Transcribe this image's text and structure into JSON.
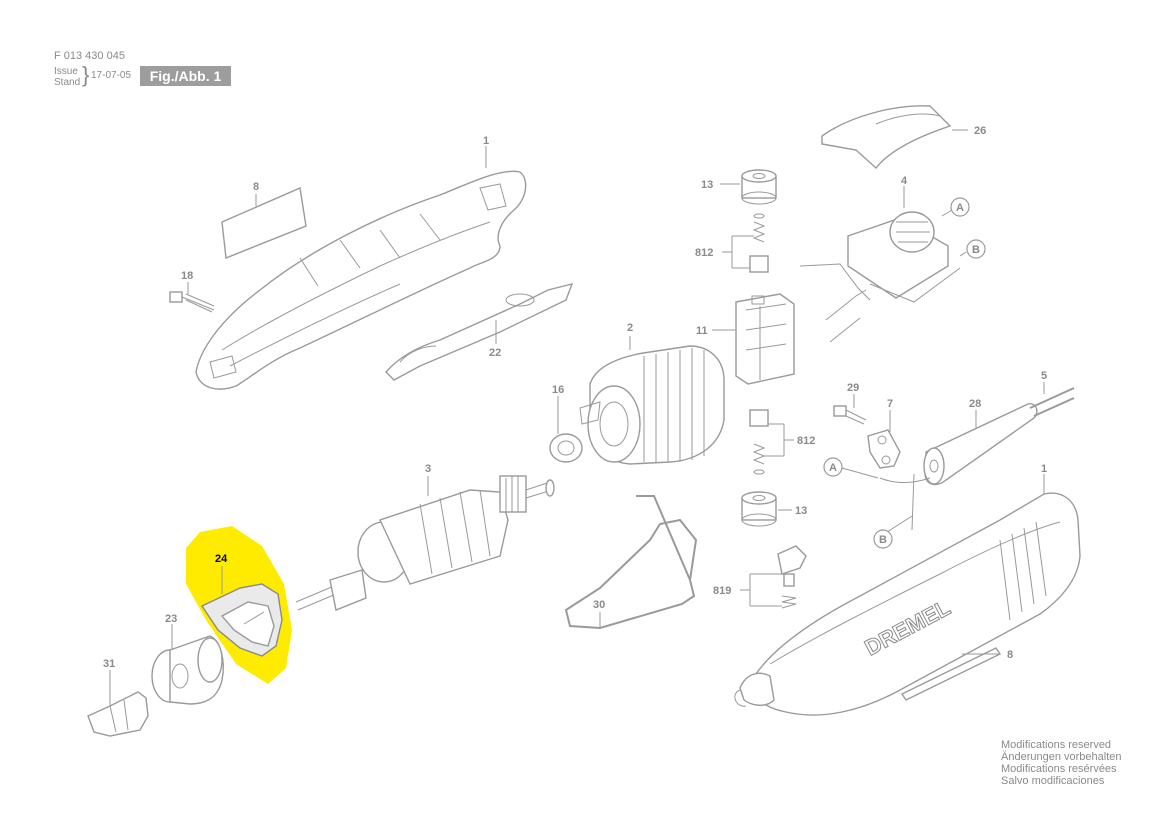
{
  "header": {
    "doc_number": "F 013 430 045",
    "issue_label": "Issue",
    "stand_label": "Stand",
    "brace": "}",
    "issue_date": "17-07-05",
    "figure_label": "Fig./Abb. 1"
  },
  "highlight_color": "#ffeb00",
  "part_labels": {
    "p1a": "1",
    "p8a": "8",
    "p18": "18",
    "p22": "22",
    "p13a": "13",
    "p812a": "812",
    "p26": "26",
    "p4": "4",
    "p11": "11",
    "p2": "2",
    "p16": "16",
    "p812b": "812",
    "p3": "3",
    "p29": "29",
    "p7": "7",
    "p28": "28",
    "p5": "5",
    "p13b": "13",
    "p1b": "1",
    "p24": "24",
    "p30": "30",
    "p819": "819",
    "p23": "23",
    "p31": "31",
    "p8b": "8"
  },
  "ref_markers": {
    "a1": "A",
    "b1": "B",
    "a2": "A",
    "b2": "B"
  },
  "brand_text": "DREMEL",
  "footer": {
    "line1": "Modifications reserved",
    "line2": "Änderungen vorbehalten",
    "line3": "Modifications resérvées",
    "line4": "Salvo modificaciones"
  }
}
